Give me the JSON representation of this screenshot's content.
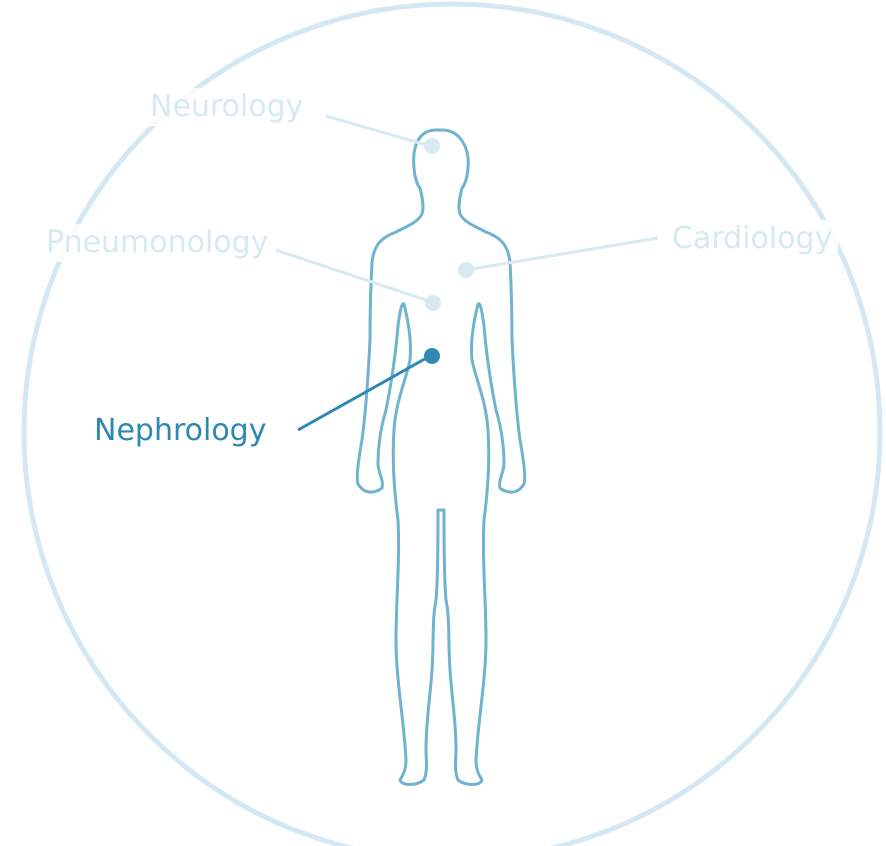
{
  "regions": {
    "neurology": {
      "label": "Neurology",
      "active": false
    },
    "pneumonology": {
      "label": "Pneumonology",
      "active": false
    },
    "cardiology": {
      "label": "Cardiology",
      "active": false
    },
    "nephrology": {
      "label": "Nephrology",
      "active": true
    }
  },
  "colors": {
    "outline": "#6fb3cf",
    "circle": "#d3e8f2",
    "dim": "#d7e9f1",
    "active": "#2e88b1"
  }
}
